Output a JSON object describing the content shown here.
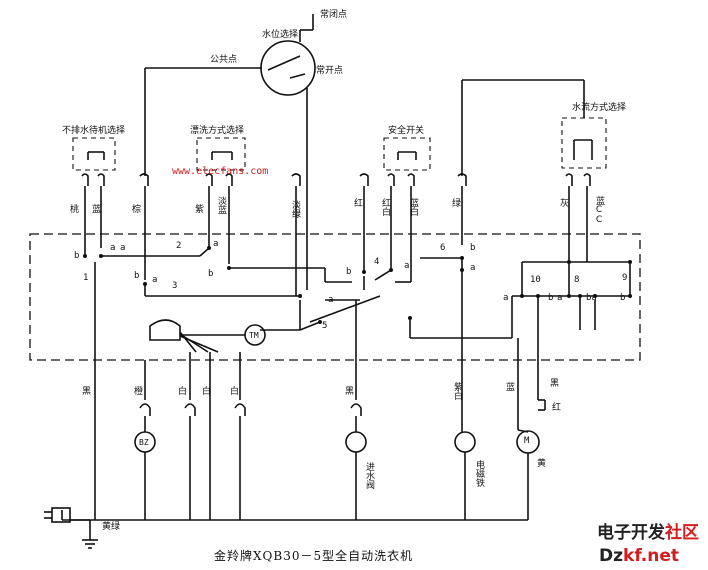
{
  "title": "金羚牌XQB30－5型全自动洗衣机",
  "watermark": "www.elecfans.com",
  "logo": {
    "line1_a": "电子开发",
    "line1_b": "社区",
    "line2_a": "Dz",
    "line2_b": "kf.net"
  },
  "switches": {
    "water_level": "水位选择",
    "normally_closed": "常闭点",
    "common": "公共点",
    "normally_open": "常开点",
    "no_water_select": "不排水待机选择",
    "wash_mode": "漂洗方式选择",
    "safety": "安全开关",
    "water_flow": "水流方式选择"
  },
  "wire_colors_top": {
    "c1": "桃",
    "c2": "蓝",
    "c3": "棕",
    "c4": "紫",
    "c5": "淡蓝",
    "c6": "淡绿",
    "c7": "红",
    "c8": "红白",
    "c9": "蓝白",
    "c10": "绿",
    "c11": "灰",
    "c12": "蓝CC"
  },
  "wire_colors_bottom": {
    "b1": "黑",
    "b2": "橙",
    "b3": "白",
    "b4": "白",
    "b5": "白",
    "b6": "黑",
    "b7": "紫白",
    "b8": "黑",
    "b9": "蓝",
    "b10": "红",
    "b11": "黄",
    "b12": "黄绿"
  },
  "terminals": {
    "t1": "b",
    "t2": "a",
    "t3": "1",
    "t4": "2",
    "t5": "a",
    "t6": "b",
    "t7": "a",
    "t8": "3",
    "t9": "b",
    "t10": "4",
    "t11": "a",
    "t12": "6",
    "t13": "b",
    "t14": "a",
    "t15": "a",
    "t16": "5",
    "t17": "10",
    "t18": "8",
    "t19": "9",
    "t20": "a",
    "t21": "b",
    "t22": "ba",
    "t23": "b",
    "t24": "a",
    "t25": "b",
    "t26": "a"
  },
  "components": {
    "tm": "TM",
    "bz": "BZ",
    "m": "M",
    "valve": "进水阀",
    "electromagnet": "电磁铁",
    "cap1": "蓝",
    "cap2": "红"
  }
}
